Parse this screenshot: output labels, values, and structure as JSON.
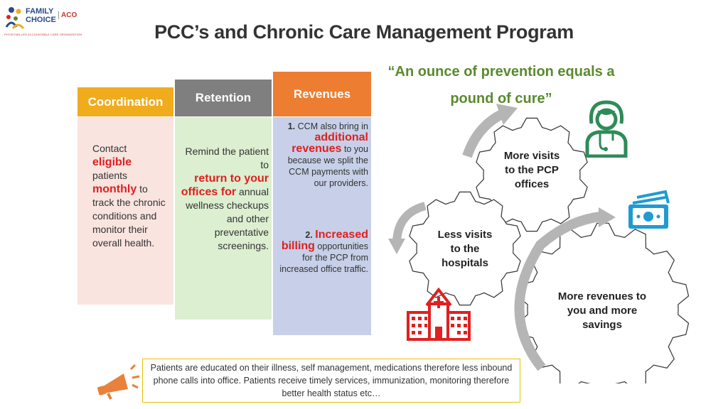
{
  "logo": {
    "line1": "FAMILY",
    "line2": "CHOICE",
    "aco": "ACO",
    "subtitle": "PHYSICIAN-LED ACCOUNTABLE CARE ORGANIZATION"
  },
  "title": "PCC’s and Chronic Care Management Program",
  "quote": {
    "line1": "“An ounce of prevention equals a",
    "line2": "pound of cure”"
  },
  "columns": {
    "coordination": {
      "header": "Coordination",
      "t1": "Contact",
      "t2": "eligible",
      "t3": "patients",
      "t4": "monthly",
      "t5": " to track the chronic conditions and monitor their overall health."
    },
    "retention": {
      "header": "Retention",
      "t1": "Remind the patient to",
      "t2": "return to your offices for",
      "t3": " annual wellness checkups and other preventative screenings."
    },
    "revenues": {
      "header": "Revenues",
      "n1": "1.",
      "a1": " CCM also bring in ",
      "a2": "additional revenues",
      "a3": " to you because we split the CCM payments with our providers.",
      "n2": "2.",
      "b2": "Increased billing",
      "b3": " opportunities for the PCP from increased office traffic."
    }
  },
  "gears": {
    "top": "More visits to the PCP offices",
    "middle": "Less visits to the hospitals",
    "bottom": "More revenues to you and more savings"
  },
  "note": "Patients are educated on their illness, self management, medications therefore less inbound phone calls into office. Patients receive timely services, immunization, monitoring therefore better health status etc…",
  "colors": {
    "coordination": "#f0ac1c",
    "retention": "#7f7f7f",
    "revenues": "#ec7d31",
    "highlight": "#e02020",
    "quote": "#5a8a2e",
    "icon_teal": "#1f9bd2",
    "icon_green": "#2e8b57",
    "icon_red": "#e02020"
  },
  "icons": [
    "doctor-icon",
    "money-icon",
    "hospital-icon",
    "megaphone-icon",
    "logo-people-icon"
  ]
}
